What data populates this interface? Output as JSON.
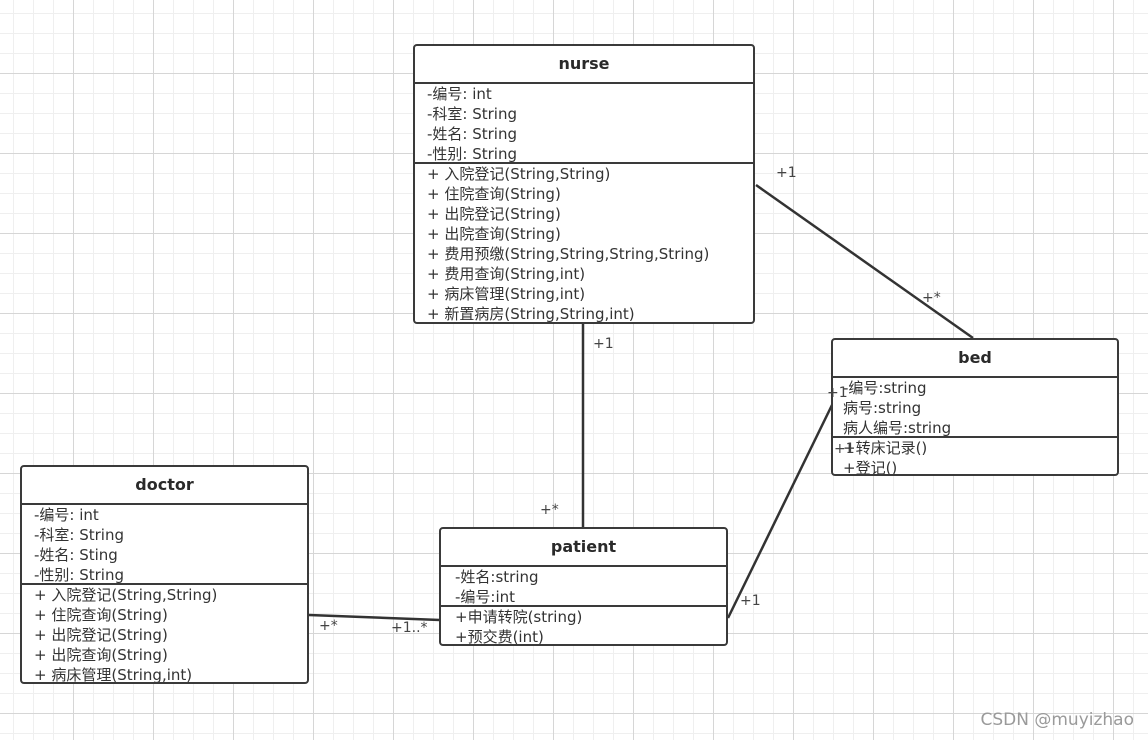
{
  "classes": {
    "nurse": {
      "name": "nurse",
      "attributes": [
        "-编号: int",
        "-科室: String",
        "-姓名: String",
        "-性别: String"
      ],
      "operations": [
        "+ 入院登记(String,String)",
        "+ 住院查询(String)",
        "+ 出院登记(String)",
        "+ 出院查询(String)",
        "+ 费用预缴(String,String,String,String)",
        "+ 费用查询(String,int)",
        "+ 病床管理(String,int)",
        "+ 新置病房(String,String,int)"
      ]
    },
    "bed": {
      "name": "bed",
      "attributes": [
        "-编号:string",
        "病号:string",
        "病人编号:string"
      ],
      "operations": [
        "+转床记录()",
        "+登记()"
      ]
    },
    "doctor": {
      "name": "doctor",
      "attributes": [
        "-编号: int",
        "-科室: String",
        "-姓名: Sting",
        "-性别: String"
      ],
      "operations": [
        "+ 入院登记(String,String)",
        "+ 住院查询(String)",
        "+ 出院登记(String)",
        "+ 出院查询(String)",
        "+ 病床管理(String,int)"
      ]
    },
    "patient": {
      "name": "patient",
      "attributes": [
        "-姓名:string",
        "-编号:int"
      ],
      "operations": [
        "+申请转院(string)",
        "+预交费(int)"
      ]
    }
  },
  "multiplicities": {
    "nurse_bed_near_nurse": "+1",
    "nurse_bed_near_bed": "+*",
    "nurse_patient_near_nurse": "+1",
    "nurse_patient_near_patient": "+*",
    "doctor_patient_near_doctor": "+*",
    "doctor_patient_near_patient": "+1..*",
    "patient_bed_near_patient": "+1",
    "patient_bed_near_bed_upper": "+1",
    "patient_bed_near_bed_lower": "+1"
  },
  "associations": [
    {
      "from": "nurse",
      "to": "bed"
    },
    {
      "from": "nurse",
      "to": "patient"
    },
    {
      "from": "doctor",
      "to": "patient"
    },
    {
      "from": "patient",
      "to": "bed"
    }
  ],
  "watermark": "CSDN @muyizhao"
}
